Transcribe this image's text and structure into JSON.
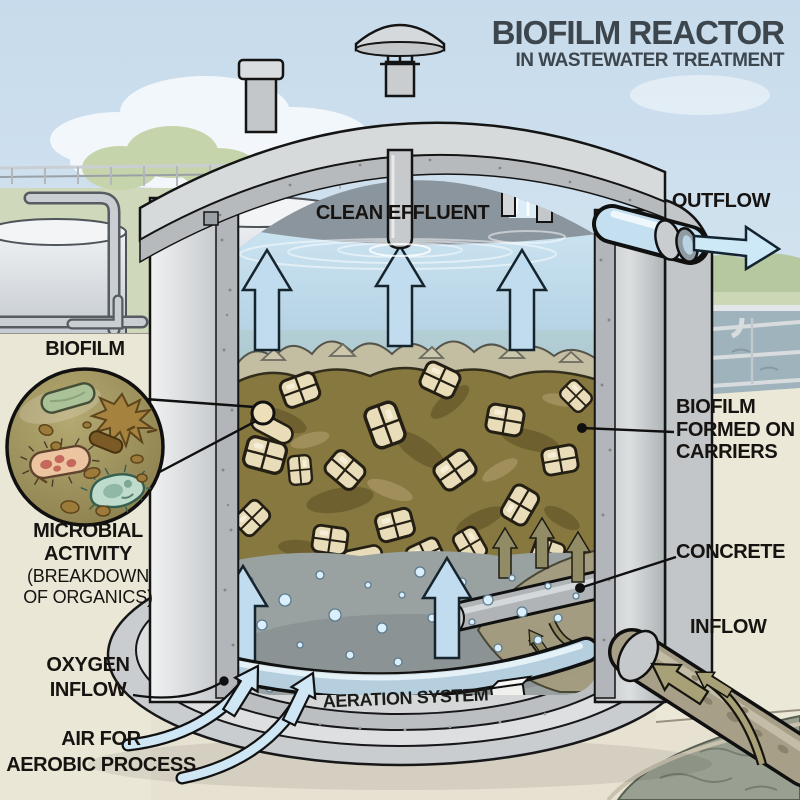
{
  "title": {
    "main": "BIOFILM REACTOR",
    "sub": "IN WASTEWATER TREATMENT"
  },
  "labels": {
    "clean_effluent": "CLEAN EFFLUENT",
    "outflow": "OUTFLOW",
    "biofilm": "BIOFILM",
    "microbial_activity": [
      "MICROBIAL",
      "ACTIVITY"
    ],
    "microbial_activity_note": [
      "(BREAKDOWN",
      "OF ORGANICS)"
    ],
    "biofilm_carriers": [
      "BIOFILM",
      "FORMED ON",
      "CARRIERS"
    ],
    "concrete": "CONCRETE",
    "inflow": "INFLOW",
    "oxygen_inflow": [
      "OXYGEN",
      "INFLOW"
    ],
    "aeration_system": "AERATION SYSTEM",
    "air_aerobic": [
      "AIR FOR",
      "AEROBIC PROCESS"
    ]
  },
  "colors": {
    "title_text": "#3d464d",
    "label_text": "#161310",
    "sky": "#cfdfed",
    "panel_cream": "#ece8d8",
    "water_top": "#bcd8e8",
    "water_bottom_murky": "#99a1a1",
    "sludge_biofilm": "#87783f",
    "carrier_media": "#e9dcb8",
    "arrow_air_blue": "#c8e2f2",
    "arrow_olive": "#a8a178",
    "tank_concrete": "#d2d5d6"
  }
}
